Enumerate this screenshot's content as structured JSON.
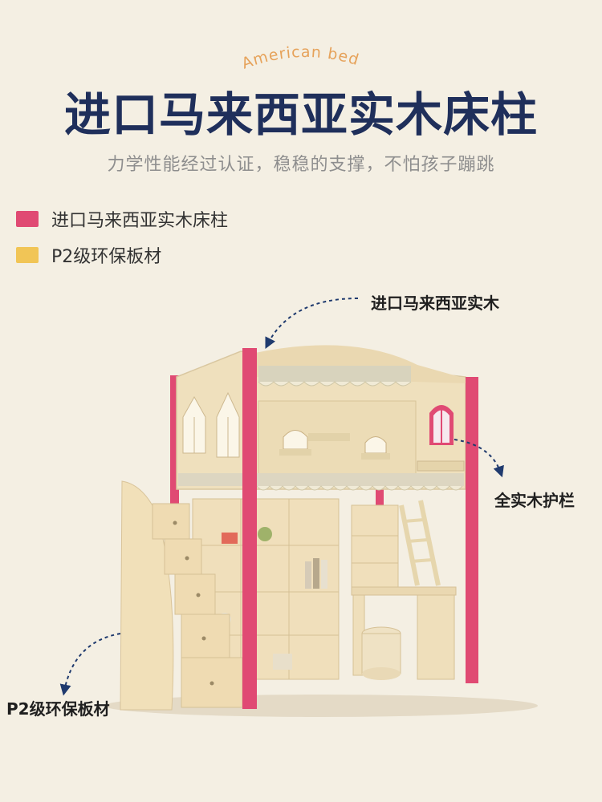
{
  "header": {
    "tag": "American bed",
    "title": "进口马来西亚实木床柱",
    "subtitle": "力学性能经过认证，稳稳的支撑，不怕孩子蹦跳"
  },
  "legend": [
    {
      "label": "进口马来西亚实木床柱",
      "color": "#e04a73"
    },
    {
      "label": "P2级环保板材",
      "color": "#f1c556"
    }
  ],
  "callouts": {
    "top": "进口马来西亚实木",
    "right": "全实木护栏",
    "left": "P2级环保板材"
  },
  "colors": {
    "background": "#f4efe3",
    "title": "#1f2f5b",
    "post": "#e04a73",
    "wood": "#efe0bd",
    "arrow": "#1f3a6e"
  }
}
